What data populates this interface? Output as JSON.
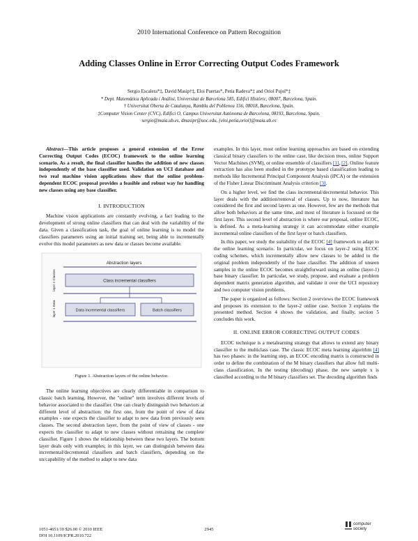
{
  "conference": "2010 International Conference on Pattern Recognition",
  "title": "Adding Classes Online in Error Correcting Output Codes Framework",
  "authors": {
    "names": "Sergio Escalera*‡, David Masip†‡, Eloi Puertas*, Petia Radeva*‡ and Oriol Pujol*‡",
    "affil1": "* Dept. Matemàtica Aplicada i Anàlisi, Universitat de Barcelona 585, Edifici Històric, 08007, Barcelona, Spain.",
    "affil2": "† Universitat Oberta de Catalunya, Rambla del Poblenou 156, 08018, Barcelona, Spain.",
    "affil3": "‡Computer Vision Center (CVC), Edifici O, Campus Universitat Autònoma de Barcelona, 08193, Barcelona, Spain.",
    "emails": "sergio@maia.ub.es, dmasipr@uoc.edu, {eloi,petia,oriol}@maia.ub.es"
  },
  "abstract": {
    "lead": "Abstract",
    "text": "—This article proposes a general extension of the Error Correcting Output Codes (ECOC) framework to the online learning scenario. As a result, the final classifier handles the addition of new classes independently of the base classifier used. Validation on UCI database and two real machine vision applications show that the online problem-dependent ECOC proposal provides a feasible and robust way for handling new classes using any base classifier."
  },
  "sections": {
    "intro": "I. INTRODUCTION",
    "ecoc": "II. ONLINE ERROR CORRECTING OUTPUT CODES"
  },
  "left": {
    "p1": "Machine vision applications are constantly evolving, a fact leading to the development of strong online classifiers that can deal with the variability of the data. Given a classification task, the goal of online learning is to model the classifiers parameters using an initial training set, being able to incrementally evolve this model parameters as new data or classes become available.",
    "p2": "The online learning objectives are clearly differentiable in comparison to classic batch learning. However, the \"online\" term involves different levels of behavior associated to the classifier. One can clearly distinguish two behaviors at different level of abstraction: the first one, from the point of view of data examples - one expects the classifier to adapt to new data from previously seen classes. The second abstraction layer, from the point of view of classes - one expects the classifier to adapt to new classes without retraining the complete classifier. Figure 1 shows the relationship between these two layers. The bottom layer deals only with examples; in this layer, we can distinguish between data incremental/decremental classifiers and batch classifiers, depending on the un/capability of the method to adapt to new data"
  },
  "figure": {
    "top_label": "Abstraction layers",
    "box_top": "Class incremental classifiers",
    "box_left": "Data incremental classifiers",
    "box_right": "Batch classifiers",
    "side_top": "layer 2 Classes",
    "side_bottom": "layer 1 Data",
    "caption": "Figure 1.   Abstraction layers of the online behavior."
  },
  "right": {
    "p1a": "examples. In this layer, most online learning approaches are based on extending classical binary classifiers to the online case, like decision trees, online Support Vector Machines (SVM), or online ensemble of classifiers ",
    "c1": "[1]",
    "p1b": ", ",
    "c2": "[2]",
    "p1c": ". Online feature extraction has also been studied in the prototype based classification leading to methods like Incremental Principal Component Analysis (iPCA) or the extension of the Fisher Linear Discriminant Analysis criterion ",
    "c3": "[3]",
    "p1d": ".",
    "p2": "On a higher level, we find the class incremental/decremental behavior. This layer deals with the addition/removal of classes. Up to now, literature has considered the first and second layers as one. However, few are the methods that allow both behaviors at the same time, and most of literature is focussed on the first layer. This second level of abstraction is where our proposal, online ECOC, is defined. As a meta-learning strategy it can accommodate either example incremental online classifiers of the first layer or batch classifiers.",
    "p3a": "In this paper, we study the suitability of the ECOC ",
    "c4": "[4]",
    "p3b": " framework to adapt to the online learning scenario. In particular, we focus on layer-2 using ECOC coding schemes, which incrementally allow new classes to be added to the original problem independently of the base classifier. The addition of unseen samples in the online ECOC becomes straightforward using an online (layer-1) base binary classifier. In particular, we study, propose, and evaluate a problem dependent matrix generation algorithm, and validate it over the UCI repository and two computer vision problems.",
    "p4": "The paper is organized as follows: Section 2 overviews the ECOC framework and proposes its extension to the layer-2 online case. Section 3 explains the presented method. Section 4 shows the validation, and finally, section 5 concludes this work.",
    "p5a": "ECOC technique is a metalearning strategy that allows to extend any binary classifier to the multiclass case. The classic ECOC meta learning algorithm ",
    "c5": "[4]",
    "p5b": " has two phases: in the learning step, an ECOC encoding matrix is constructed in order to define the combination of the M binary classifiers that allow full multi-class classification. In the testing (decoding) phase, the new sample x is classified according to the M binary classifiers set. The decoding algorithm finds"
  },
  "footer": {
    "issn": "1051-4651/10 $26.00 © 2010 IEEE",
    "doi": "DOI 10.1109/ICPR.2010.722",
    "page": "2945",
    "logo_line1": "computer",
    "logo_line2": "society"
  },
  "colors": {
    "citation": "#1a3ea8",
    "figure_box": "#d9dee8",
    "figure_line": "#3a3f88"
  }
}
